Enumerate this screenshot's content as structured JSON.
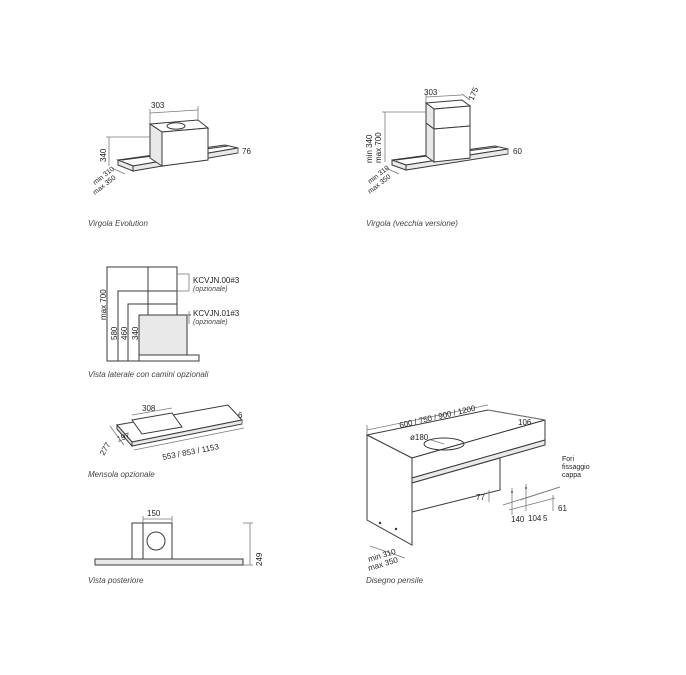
{
  "captions": {
    "virgola_evolution": "Virgola Evolution",
    "virgola_old": "Virgola (vecchia versione)",
    "side_view": "Vista laterale con camini opzionali",
    "shelf": "Mensola opzionale",
    "back_view": "Vista posteriore",
    "wall_cabinet": "Disegno pensile"
  },
  "dims": {
    "ve_width": "303",
    "ve_height": "340",
    "ve_right": "76",
    "ve_min": "min 310",
    "ve_max": "max 350",
    "vo_width": "303",
    "vo_depth": "175",
    "vo_min_h": "min 340",
    "vo_max_h": "max 700",
    "vo_right": "60",
    "vo_min": "min 310",
    "vo_max": "max 350",
    "side_max": "max 700",
    "side_580": "580",
    "side_460": "460",
    "side_340": "340",
    "code_1": "KCVJN.00#3",
    "code_1_opt": "(opzionale)",
    "code_2": "KCVJN.01#3",
    "code_2_opt": "(opzionale)",
    "shelf_308": "308",
    "shelf_6": "6",
    "shelf_197": "197",
    "shelf_277": "277",
    "shelf_widths": "553 / 853 / 1153",
    "back_150": "150",
    "back_249": "249",
    "wc_widths": "600 / 750 / 900 / 1200",
    "wc_106": "106",
    "wc_diam": "ø180",
    "wc_fori_1": "Fori",
    "wc_fori_2": "fissaggio",
    "wc_fori_3": "cappa",
    "wc_77": "77",
    "wc_61": "61",
    "wc_140": "140",
    "wc_104": "104",
    "wc_5": "5",
    "wc_min": "min 310",
    "wc_max": "max 350"
  }
}
